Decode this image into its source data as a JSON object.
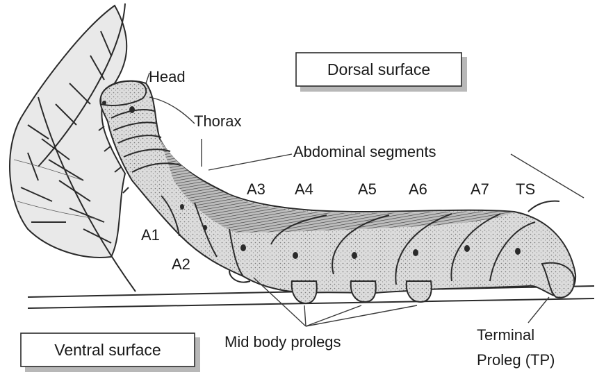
{
  "labels": {
    "dorsal_surface": "Dorsal surface",
    "ventral_surface": "Ventral surface",
    "head": "Head",
    "thorax": "Thorax",
    "abdominal_segments": "Abdominal segments",
    "a1": "A1",
    "a2": "A2",
    "a3": "A3",
    "a4": "A4",
    "a5": "A5",
    "a6": "A6",
    "a7": "A7",
    "ts": "TS",
    "mid_body_prolegs": "Mid body prolegs",
    "terminal_line1": "Terminal",
    "terminal_line2": "Proleg (TP)"
  },
  "colors": {
    "ink": "#2a2a2a",
    "body_fill": "#d9d9d9",
    "leaf_fill": "#e6e6e6",
    "box_shadow": "#b8b8b8"
  }
}
